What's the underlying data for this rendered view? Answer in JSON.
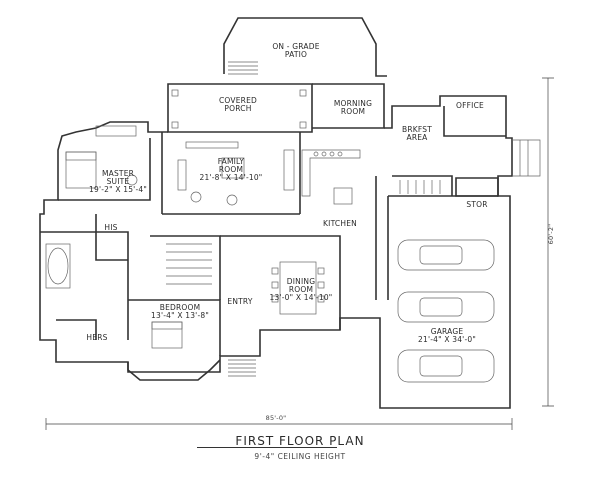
{
  "plan": {
    "title": "FIRST FLOOR PLAN",
    "subtitle": "9'-4\" CEILING HEIGHT",
    "overall_width": "85'-0\"",
    "overall_depth": "60'-2\""
  },
  "rooms": {
    "patio": {
      "name_1": "ON - GRADE",
      "name_2": "PATIO"
    },
    "porch": {
      "name_1": "COVERED",
      "name_2": "PORCH"
    },
    "morning": {
      "name_1": "MORNING",
      "name_2": "ROOM"
    },
    "office": {
      "name": "OFFICE"
    },
    "brkfst": {
      "name_1": "BRKFST",
      "name_2": "AREA"
    },
    "family": {
      "name_1": "FAMILY",
      "name_2": "ROOM",
      "size": "21'-8\" X 14'-10\""
    },
    "master": {
      "name_1": "MASTER",
      "name_2": "SUITE",
      "size": "19'-2\" X 15'-4\""
    },
    "kitchen": {
      "name": "KITCHEN"
    },
    "stor": {
      "name": "STOR"
    },
    "his": {
      "name": "HIS"
    },
    "hers": {
      "name": "HERS"
    },
    "dining": {
      "name_1": "DINING",
      "name_2": "ROOM",
      "size": "13'-0\" X 14'-10\""
    },
    "entry": {
      "name": "ENTRY"
    },
    "bedroom": {
      "name": "BEDROOM",
      "size": "13'-4\" X 13'-8\""
    },
    "garage": {
      "name": "GARAGE",
      "size": "21'-4\" X 34'-0\""
    }
  },
  "colors": {
    "wall": "#333333",
    "line": "#555555",
    "paper": "#ffffff"
  }
}
